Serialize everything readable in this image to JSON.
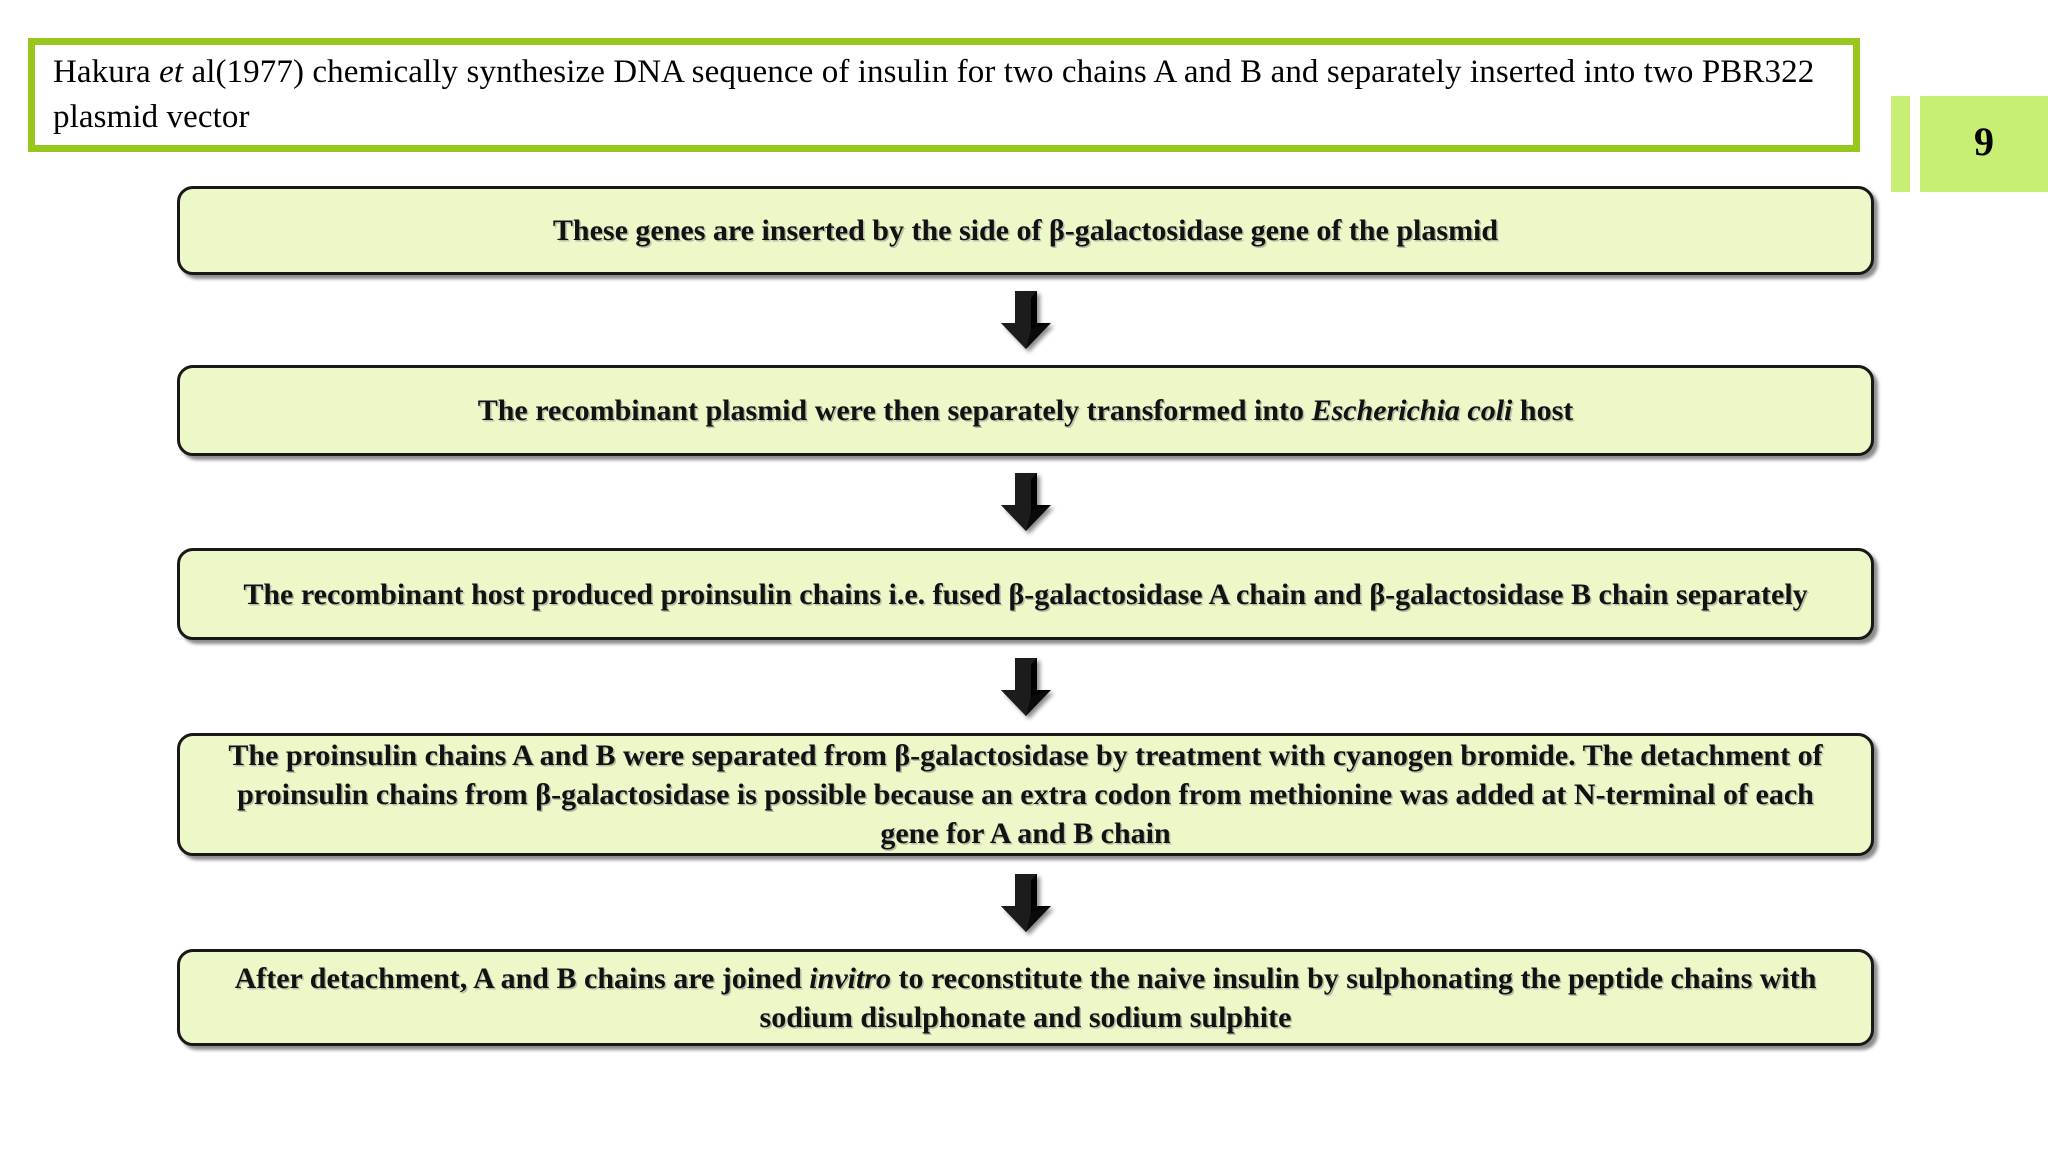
{
  "slide": {
    "page_number": "9",
    "title_line_1_pre": "Hakura ",
    "title_line_1_italic": "et",
    "title_line_1_post": " al(1977) chemically synthesize DNA sequence of insulin for two chains A and B and separately inserted into two PBR322 plasmid vector",
    "title_full": "Hakura et al(1977) chemically synthesize DNA sequence of insulin for two chains A and B and separately inserted into two PBR322 plasmid vector"
  },
  "colors": {
    "title_border": "#97C71C",
    "badge_green": "#C8EE74",
    "box_fill": "#EDF8C8",
    "box_border": "#181818",
    "text": "#121212"
  },
  "flow": {
    "arrow_icon": "down-arrow-icon",
    "steps": [
      {
        "id": "step-1",
        "text": "These genes are inserted by the side of β-galactosidase gene of the plasmid"
      },
      {
        "id": "step-2",
        "text_pre": "The recombinant plasmid were then separately transformed into ",
        "text_italic": "Escherichia coli",
        "text_post": " host",
        "text": "The recombinant plasmid were then separately transformed into Escherichia coli host"
      },
      {
        "id": "step-3",
        "text": "The recombinant host produced proinsulin chains i.e. fused β-galactosidase A chain and  β-galactosidase B chain separately"
      },
      {
        "id": "step-4",
        "text": "The proinsulin chains A and B were separated from β-galactosidase by treatment with cyanogen bromide. The detachment of proinsulin chains from β-galactosidase is possible because an extra codon from methionine was added at N-terminal of each gene for A and B chain"
      },
      {
        "id": "step-5",
        "text_pre": "After detachment, A and B chains are joined ",
        "text_italic": "invitro",
        "text_post": " to reconstitute the naive insulin by sulphonating the peptide chains with sodium disulphonate and sodium sulphite",
        "text": "After detachment, A and B chains are joined invitro to reconstitute the naive insulin by sulphonating the peptide chains with sodium disulphonate and sodium sulphite"
      }
    ]
  }
}
